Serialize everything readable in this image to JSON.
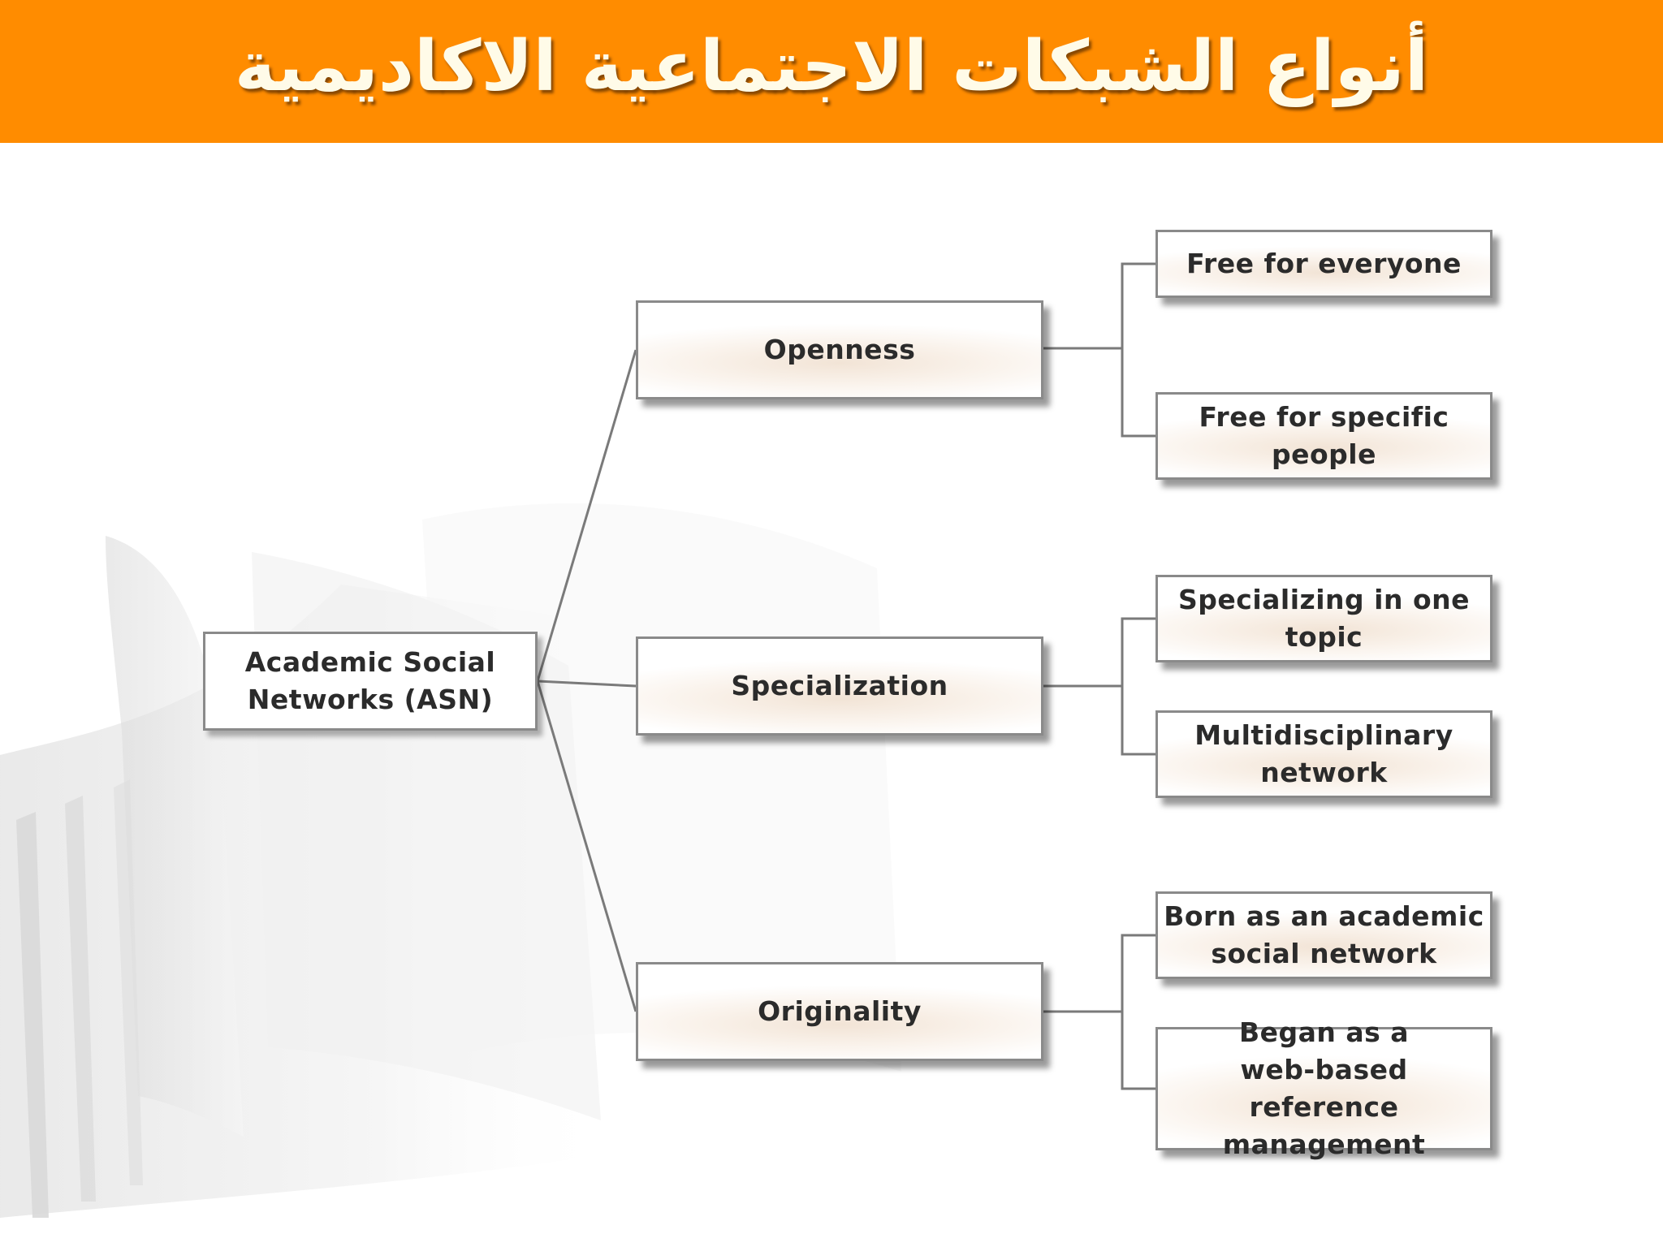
{
  "title": "أنواع الشبكات الاجتماعية الاكاديمية",
  "colors": {
    "header": "#ff8c00",
    "title_text": "#fffbe8",
    "node_border": "#8a8a8a",
    "connector": "#7a7a7a",
    "node_text": "#2b2b2b"
  },
  "diagram": {
    "root": "Academic Social\nNetworks (ASN)",
    "branches": [
      {
        "label": "Openness",
        "leaves": [
          "Free for everyone",
          "Free for specific\npeople"
        ]
      },
      {
        "label": "Specialization",
        "leaves": [
          "Specializing in one\ntopic",
          "Multidisciplinary\nnetwork"
        ]
      },
      {
        "label": "Originality",
        "leaves": [
          "Born as an academic\nsocial network",
          "Began as a\nweb-based reference\nmanagement"
        ]
      }
    ]
  }
}
